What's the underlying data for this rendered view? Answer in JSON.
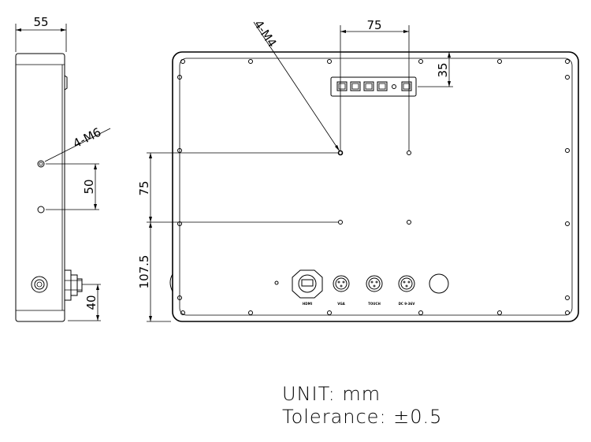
{
  "dimensions": {
    "side_width": "55",
    "bracket_hole_spacing": "50",
    "bottom_connector_height": "40",
    "top_hole_spacing": "75",
    "top_offset": "35",
    "vertical_hole_spacing": "75",
    "bottom_offset": "107.5"
  },
  "callouts": {
    "side_thread": "4-M6",
    "front_thread": "4-M4"
  },
  "connectors": {
    "hdmi": "HDMI",
    "vga": "VGA",
    "touch": "TOUCH",
    "power": "DC 9-36V"
  },
  "notes": {
    "unit": "UNIT: mm",
    "tolerance": "Tolerance: ±0.5"
  }
}
